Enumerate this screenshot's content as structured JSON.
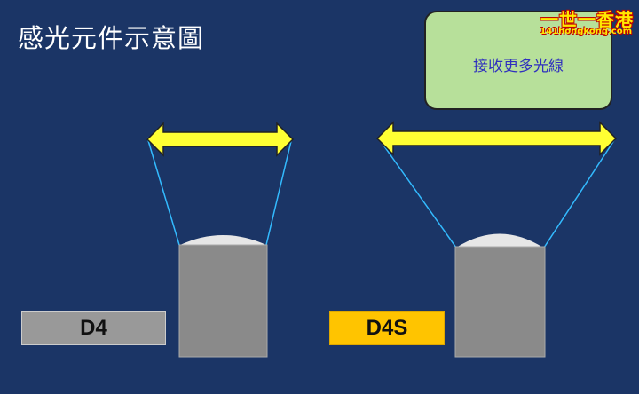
{
  "title": "感光元件示意圖",
  "callout": {
    "text": "接收更多光線"
  },
  "labels": {
    "d4": "D4",
    "d4s": "D4S"
  },
  "watermark": {
    "main": "一世一香港",
    "sub": "141hongkong.com"
  },
  "colors": {
    "background": "#1b3566",
    "arrow": "#ffff33",
    "ray": "#33bbff",
    "sensor": "#8a8a8a",
    "lens": "#e6e6e6",
    "callout_fill": "#b7e09a",
    "callout_text": "#2f2fbf",
    "d4_label": "#999999",
    "d4s_label": "#ffc400"
  }
}
